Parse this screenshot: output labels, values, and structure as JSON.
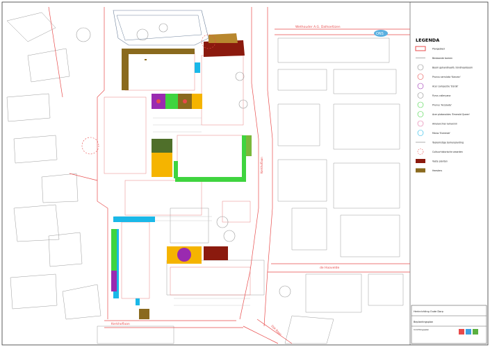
{
  "map": {
    "street_labels": [
      {
        "id": "weth",
        "text": "Wethouder A.G. Dalhoefzzen"
      },
      {
        "id": "kiel",
        "text": "Kerkhoflaan"
      },
      {
        "id": "hoov",
        "text": "de Hoovelde"
      },
      {
        "id": "kerk",
        "text": "Kerkhoflaan"
      },
      {
        "id": "dij",
        "text": "Dijk Baan"
      }
    ],
    "brand_logo_text": "ONS"
  },
  "legend": {
    "title": "LEGENDA",
    "entries": [
      {
        "text": "Plangebied",
        "kind": "rect-red"
      },
      {
        "text": "Bestaande bomen",
        "kind": "line"
      },
      {
        "text": "Boom gehandhaafd / Eindhoekboom",
        "kind": "circle"
      },
      {
        "text": "Prunus serrulata 'Kanzan'",
        "kind": "circle-red"
      },
      {
        "text": "Acer campestre 'Elsrijk'",
        "kind": "circle-purple"
      },
      {
        "text": "Pyrus calleryana",
        "kind": "circle"
      },
      {
        "text": "Prunus 'Accolade'",
        "kind": "circle-green"
      },
      {
        "text": "Acer platanoides 'Emerald Queen'",
        "kind": "circle-green"
      },
      {
        "text": "Amelanchier lamarckii",
        "kind": "circle-pink"
      },
      {
        "text": "Malus 'Evereste'",
        "kind": "circle-blue"
      },
      {
        "text": "Toekomstige bomenplanting",
        "kind": "line"
      },
      {
        "text": "Cultuurhistorische waarden",
        "kind": "circle-dashed-red"
      },
      {
        "text": "Vaste planten",
        "kind": "swatch-darkred"
      },
      {
        "text": "Heesters",
        "kind": "swatch-olive"
      }
    ]
  },
  "title_block": {
    "project": "Herinrichting Oude Dorp",
    "drawing": "Beplantingsplan",
    "sub": "Inrichtingsplan"
  },
  "colors": {
    "road": "#e84a4a",
    "olive": "#8a6a1e",
    "darkred": "#8b1a0e",
    "green": "#3fd43f",
    "yellow": "#f5b400",
    "cyan": "#1ab8e8",
    "purple": "#9a2ab0"
  }
}
